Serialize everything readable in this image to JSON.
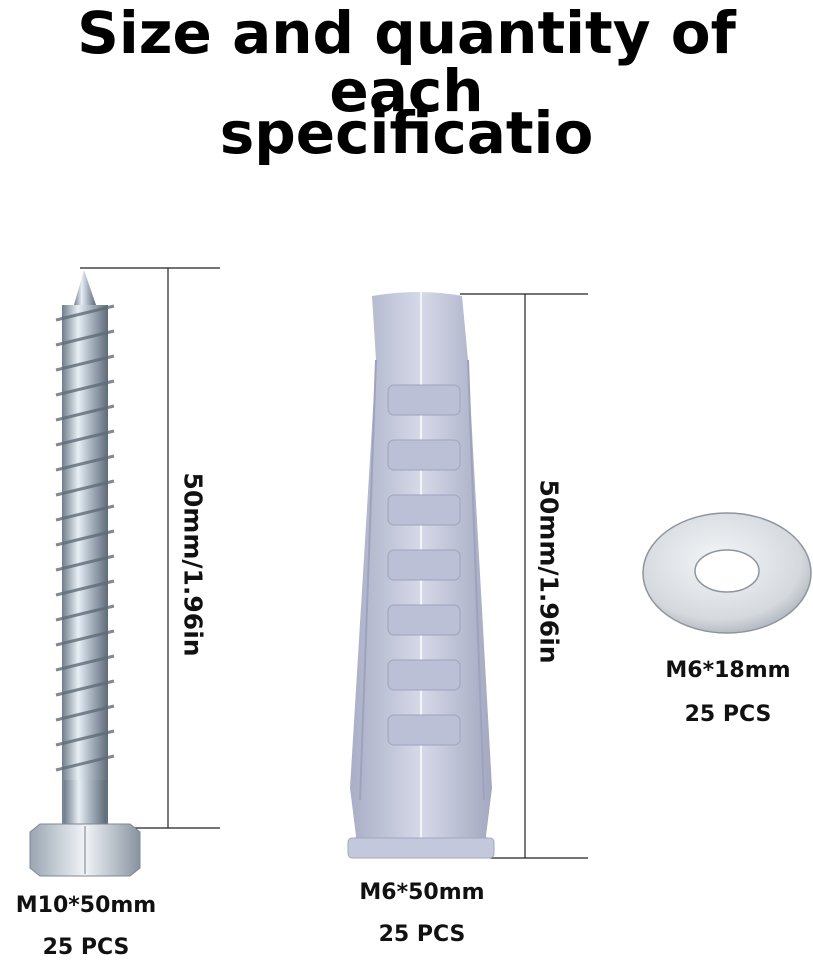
{
  "title": {
    "line1": "Size and quantity of each",
    "line2": "specificatio"
  },
  "screw": {
    "dimension": "50mm/1.96in",
    "spec": "M10*50mm",
    "quantity": "25 PCS"
  },
  "anchor": {
    "dimension": "50mm/1.96in",
    "spec": "M6*50mm",
    "quantity": "25 PCS"
  },
  "washer": {
    "spec": "M6*18mm",
    "quantity": "25 PCS"
  },
  "colors": {
    "background": "#ffffff",
    "screw_metal": "#b9c4cf",
    "anchor_plastic": "#c8ccde",
    "washer_metal": "#d6d9de"
  }
}
